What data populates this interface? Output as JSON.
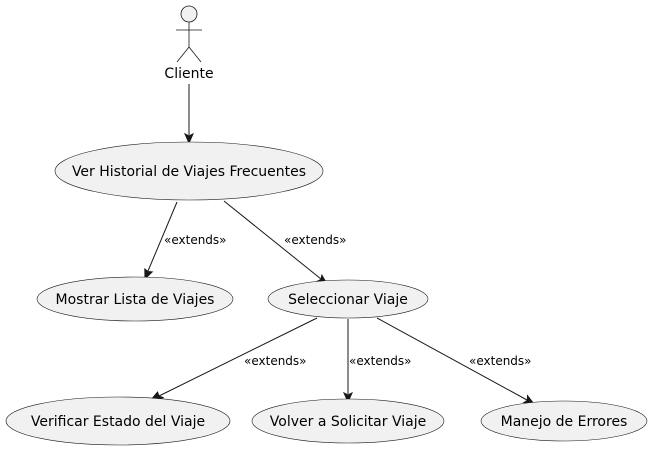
{
  "actor": {
    "label": "Cliente"
  },
  "use_cases": {
    "historial": "Ver Historial de Viajes Frecuentes",
    "mostrar": "Mostrar Lista de Viajes",
    "seleccionar": "Seleccionar Viaje",
    "verificar": "Verificar Estado del Viaje",
    "volver": "Volver a Solicitar Viaje",
    "errores": "Manejo de Errores"
  },
  "relations": {
    "historial_mostrar": "«extends»",
    "historial_seleccionar": "«extends»",
    "seleccionar_verificar": "«extends»",
    "seleccionar_volver": "«extends»",
    "seleccionar_errores": "«extends»"
  },
  "colors": {
    "node_fill": "#F1F1F1",
    "stroke": "#181818",
    "text": "#000000",
    "background": "#FFFFFF"
  }
}
